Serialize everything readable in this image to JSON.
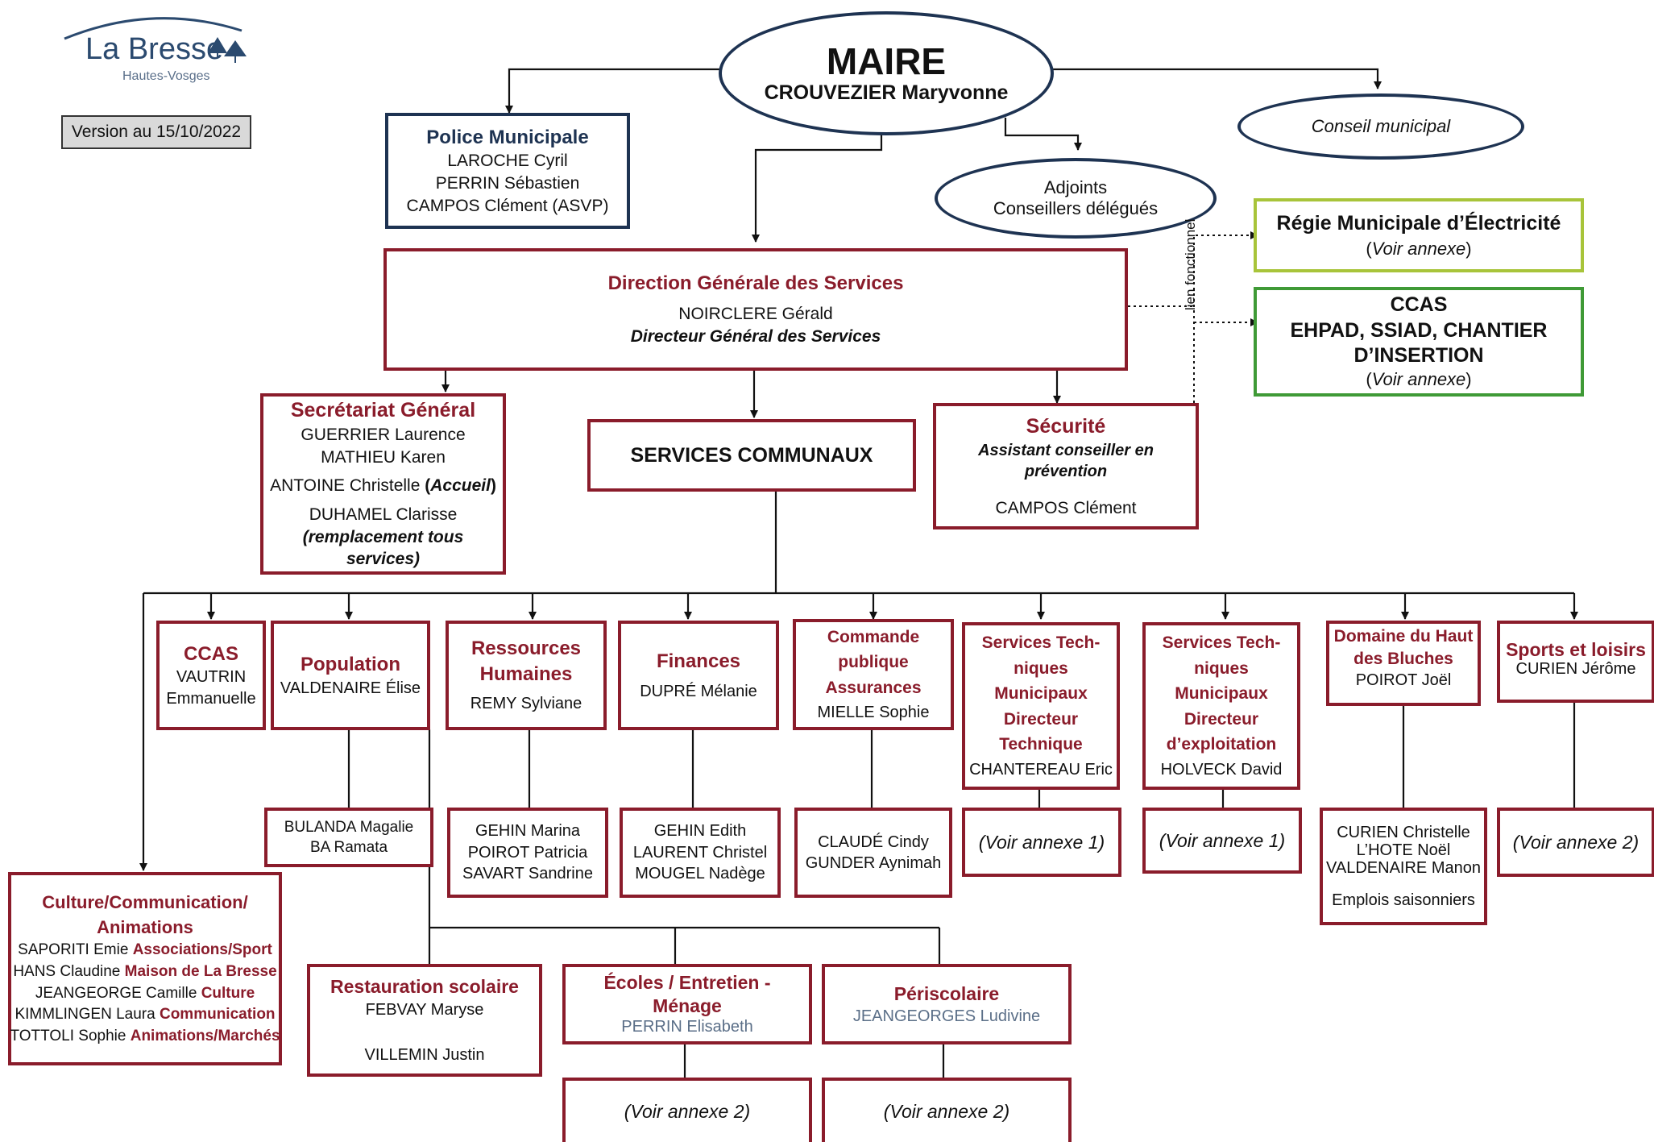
{
  "logo": {
    "name": "La Bresse",
    "subtitle": "Hautes-Vosges"
  },
  "version": "Version au 15/10/2022",
  "maire": {
    "title": "MAIRE",
    "name": "CROUVEZIER Maryvonne"
  },
  "conseil": "Conseil municipal",
  "adjoints": {
    "line1": "Adjoints",
    "line2": "Conseillers délégués"
  },
  "police": {
    "title": "Police Municipale",
    "members": [
      "LAROCHE Cyril",
      "PERRIN Sébastien",
      "CAMPOS Clément (ASVP)"
    ]
  },
  "regie": {
    "title": "Régie Municipale d’Électricité",
    "note_open": "(",
    "note": "Voir annexe",
    "note_close": ")"
  },
  "ccas_ext": {
    "line1": "CCAS",
    "line2": "EHPAD, SSIAD, CHANTIER",
    "line3": "D’INSERTION",
    "note_open": "(",
    "note": "Voir annexe",
    "note_close": ")"
  },
  "lien": "lien fonctionnel",
  "dgs": {
    "title": "Direction Générale des Services",
    "name": "NOIRCLERE Gérald",
    "role": "Directeur Général des Services"
  },
  "secretariat": {
    "title": "Secrétariat Général",
    "m1": "GUERRIER Laurence",
    "m2": "MATHIEU Karen",
    "m3": "ANTOINE Christelle ",
    "m3_open": "(",
    "m3_role": "Accueil",
    "m3_close": ")",
    "m4": "DUHAMEL Clarisse",
    "m4_role": "(remplacement tous services)"
  },
  "services": "SERVICES COMMUNAUX",
  "securite": {
    "title": "Sécurité",
    "role": "Assistant conseiller en prévention",
    "name": "CAMPOS Clément"
  },
  "ccas": {
    "title": "CCAS",
    "l1": "VAUTRIN",
    "l2": "Emmanuelle"
  },
  "population": {
    "title": "Population",
    "name": "VALDENAIRE Élise",
    "sub": [
      "BULANDA Magalie",
      "BA Ramata"
    ]
  },
  "rh": {
    "title1": "Ressources",
    "title2": "Humaines",
    "name": "REMY Sylviane",
    "sub": [
      "GEHIN Marina",
      "POIROT Patricia",
      "SAVART Sandrine"
    ]
  },
  "finances": {
    "title": "Finances",
    "name": "DUPRÉ Mélanie",
    "sub": [
      "GEHIN Edith",
      "LAURENT Christel",
      "MOUGEL Nadège"
    ]
  },
  "commande": {
    "t1": "Commande",
    "t2": "publique",
    "t3": "Assurances",
    "name": "MIELLE Sophie",
    "sub": [
      "CLAUDÉ Cindy",
      "GUNDER Aynimah"
    ]
  },
  "stm1": {
    "t1": "Services Tech-",
    "t2": "niques",
    "t3": "Municipaux",
    "t4": "Directeur",
    "t5": "Technique",
    "name": "CHANTEREAU Eric",
    "annexe": "(Voir annexe 1)"
  },
  "stm2": {
    "t1": "Services Tech-",
    "t2": "niques",
    "t3": "Municipaux",
    "t4": "Directeur",
    "t5": "d’exploitation",
    "name": "HOLVECK David",
    "annexe": "(Voir annexe 1)"
  },
  "domaine": {
    "t1": "Domaine du Haut",
    "t2": "des Bluches",
    "name": "POIROT Joël",
    "sub": [
      "CURIEN Christelle",
      "L’HOTE Noël",
      "VALDENAIRE Manon"
    ],
    "extra": "Emplois saisonniers"
  },
  "sports": {
    "title": "Sports et loisirs",
    "name": "CURIEN Jérôme",
    "annexe": "(Voir annexe 2)"
  },
  "culture": {
    "t1": "Culture/Communication/",
    "t2": "Animations",
    "rows": [
      {
        "name": "SAPORITI Emie ",
        "role": "Associations/Sport"
      },
      {
        "name": "HANS Claudine ",
        "role": "Maison de La Bresse"
      },
      {
        "name": "JEANGEORGE Camille ",
        "role": "Culture"
      },
      {
        "name": "KIMMLINGEN Laura ",
        "role": "Communication"
      },
      {
        "name": "TOTTOLI Sophie ",
        "role": "Animations/Marchés"
      }
    ]
  },
  "restauration": {
    "title": "Restauration scolaire",
    "m1": "FEBVAY Maryse",
    "m2": "VILLEMIN Justin"
  },
  "ecoles": {
    "t1": "Écoles / Entretien -",
    "t2": "Ménage",
    "name": "PERRIN Elisabeth",
    "annexe": "(Voir annexe 2)"
  },
  "periscolaire": {
    "title": "Périscolaire",
    "name": "JEANGEORGES Ludivine",
    "annexe": "(Voir annexe 2)"
  },
  "colors": {
    "accent": "#8a1c2b",
    "navy": "#1e3352",
    "lime": "#a8c43a",
    "green": "#3f9a36"
  }
}
